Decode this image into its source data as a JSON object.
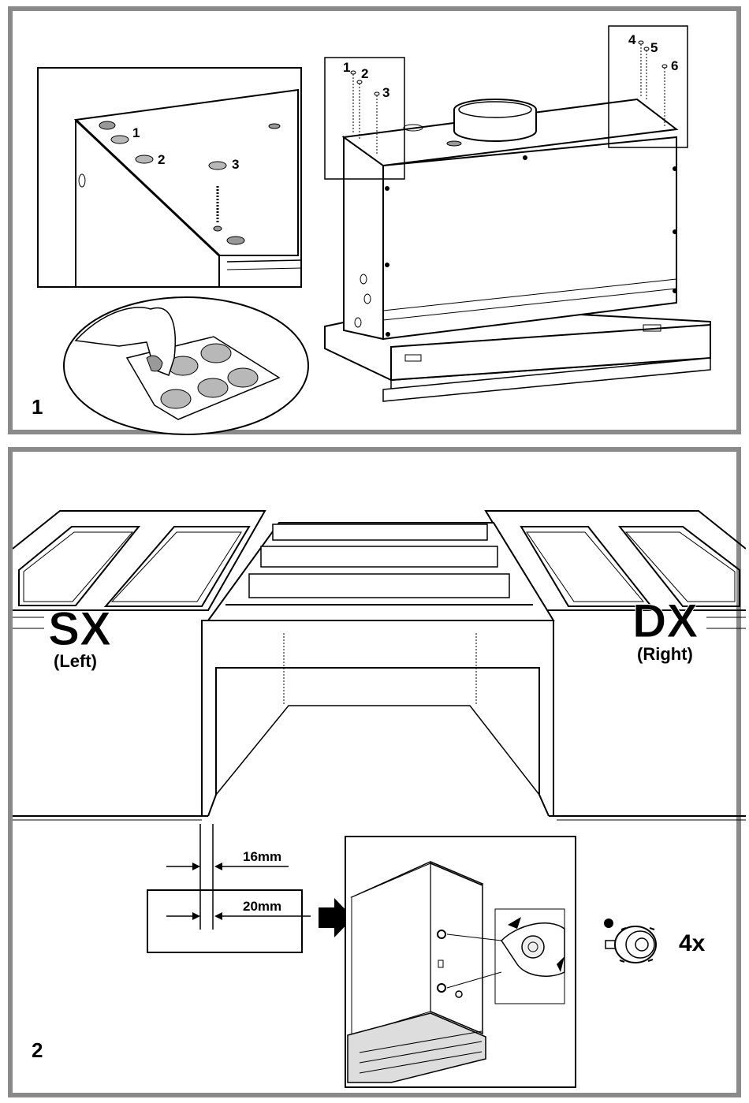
{
  "panel1": {
    "step_number": "1",
    "detail_labels": [
      "1",
      "2",
      "3"
    ],
    "hood_labels_left": [
      "1",
      "2",
      "3"
    ],
    "hood_labels_right": [
      "4",
      "5",
      "6"
    ]
  },
  "panel2": {
    "step_number": "2",
    "left_code": "SX",
    "left_caption": "(Left)",
    "right_code": "DX",
    "right_caption": "(Right)",
    "dimension_top": "16mm",
    "dimension_bottom": "20mm",
    "quantity": "4x"
  },
  "colors": {
    "frame": "#8a8a8a",
    "pad": "#b8b8b8",
    "line": "#000000"
  },
  "icons": [
    "adhesive-pads-icon",
    "screw-knob-icon",
    "arrow-right-icon"
  ]
}
